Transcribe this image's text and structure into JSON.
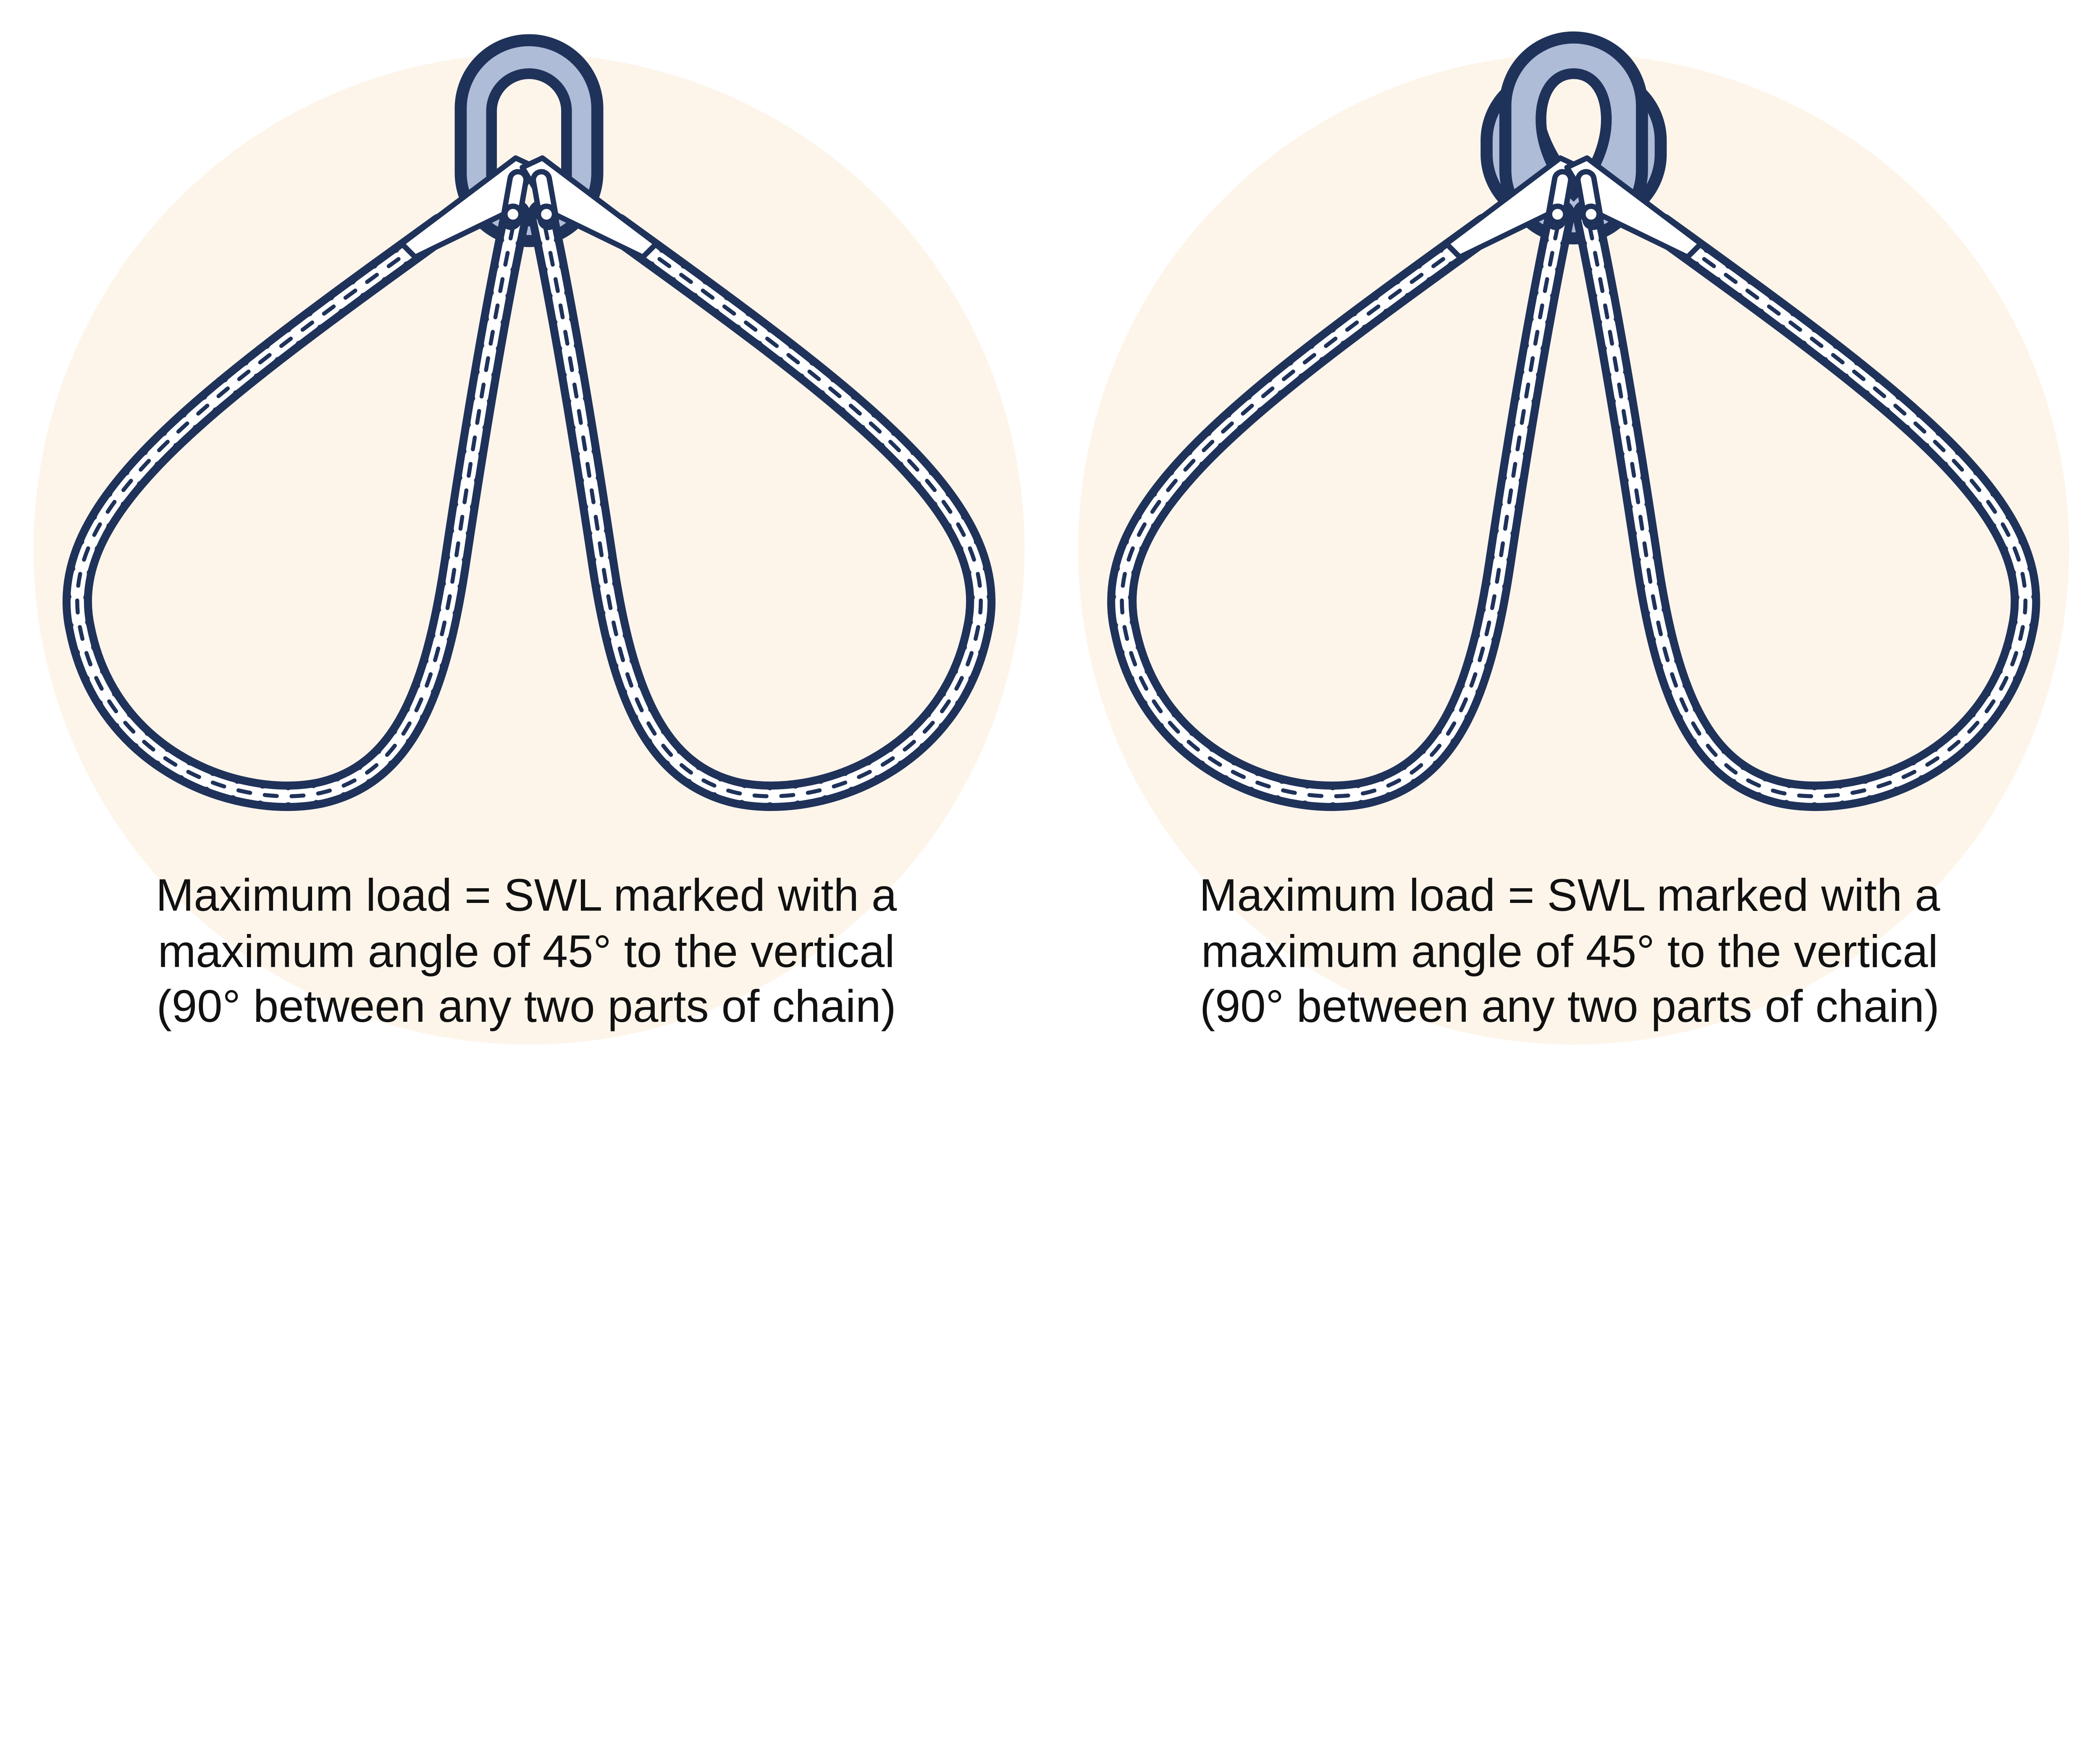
{
  "colors": {
    "navy": "#1f325a",
    "ring_blue": "#aebcd8",
    "background_circle": "#fdf5ea",
    "link_white": "#ffffff"
  },
  "panels": [
    {
      "name": "single-master-link-sling",
      "caption": [
        "Maximum load = SWL marked with a",
        "maximum angle of 45° to the vertical",
        "(90° between any two parts of chain)"
      ]
    },
    {
      "name": "master-link-assembly-sling",
      "caption": [
        "Maximum load = SWL marked with a",
        "maximum angle of 45° to the vertical",
        "(90° between any two parts of chain)"
      ]
    }
  ]
}
